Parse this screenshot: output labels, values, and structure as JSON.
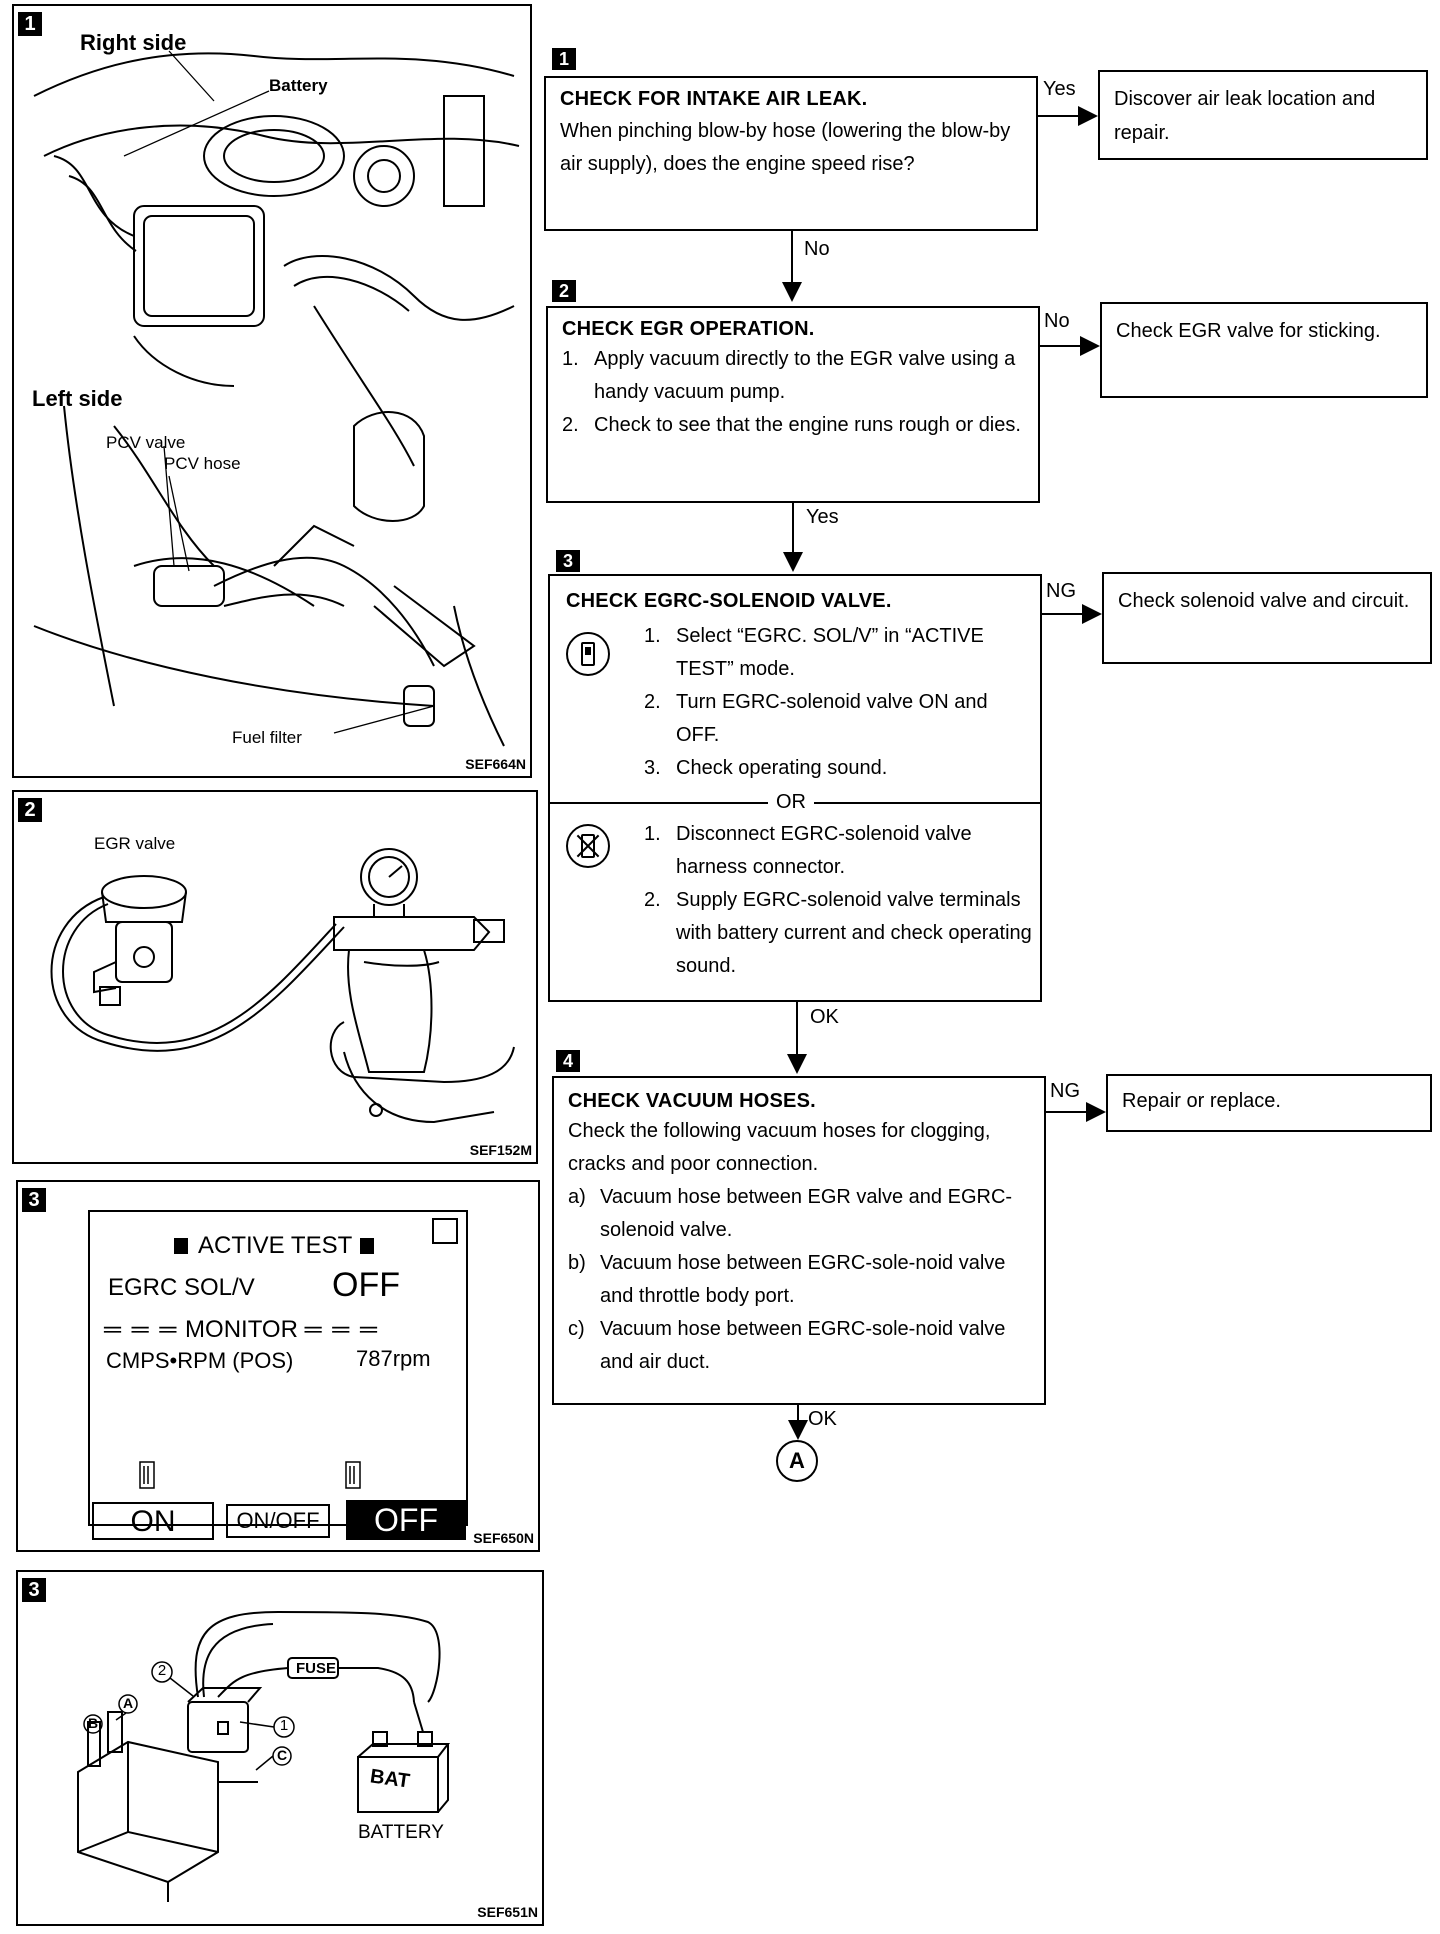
{
  "figures": {
    "fig1": {
      "badge": "1",
      "right_side": "Right side",
      "battery": "Battery",
      "left_side": "Left side",
      "pcv_valve": "PCV valve",
      "pcv_hose": "PCV hose",
      "fuel_filter": "Fuel filter",
      "code": "SEF664N"
    },
    "fig2": {
      "badge": "2",
      "egr_valve": "EGR valve",
      "code": "SEF152M"
    },
    "fig3": {
      "badge": "3",
      "header": "ACTIVE TEST",
      "item": "EGRC SOL/V",
      "item_value": "OFF",
      "monitor": "MONITOR",
      "param": "CMPS•RPM (POS)",
      "param_value": "787rpm",
      "btn_on": "ON",
      "btn_onoff": "ON/OFF",
      "btn_off": "OFF",
      "code": "SEF650N"
    },
    "fig4": {
      "badge": "3",
      "fuse": "FUSE",
      "bat": "BAT",
      "battery": "BATTERY",
      "term1": "1",
      "term2": "2",
      "port_a": "A",
      "port_b": "B",
      "port_c": "C",
      "code": "SEF651N"
    }
  },
  "flow": {
    "step1": {
      "badge": "1",
      "title": "CHECK FOR INTAKE AIR LEAK.",
      "body": "When pinching blow-by hose (lowering the blow-by air supply), does the engine speed rise?",
      "branch_label": "Yes",
      "result": "Discover air leak location and repair.",
      "next_label": "No"
    },
    "step2": {
      "badge": "2",
      "title": "CHECK EGR OPERATION.",
      "steps": [
        "Apply vacuum directly to the EGR valve using a handy vacuum pump.",
        "Check to see that the engine runs rough or dies."
      ],
      "branch_label": "No",
      "result": "Check EGR valve for sticking.",
      "next_label": "Yes"
    },
    "step3": {
      "badge": "3",
      "title": "CHECK EGRC-SOLENOID VALVE.",
      "steps_a": [
        "Select “EGRC. SOL/V” in “ACTIVE TEST” mode.",
        "Turn EGRC-solenoid valve ON and OFF.",
        "Check operating sound."
      ],
      "or_label": "OR",
      "steps_b": [
        "Disconnect EGRC-solenoid valve harness connector.",
        "Supply EGRC-solenoid valve terminals with battery current and check operating sound."
      ],
      "branch_label": "NG",
      "result": "Check solenoid valve and circuit.",
      "next_label": "OK"
    },
    "step4": {
      "badge": "4",
      "title": "CHECK VACUUM HOSES.",
      "intro": "Check the following vacuum hoses for clogging, cracks and poor connection.",
      "items": [
        {
          "mark": "a)",
          "text": "Vacuum hose between EGR valve and EGRC-solenoid valve."
        },
        {
          "mark": "b)",
          "text": "Vacuum hose between EGRC-sole-noid valve and throttle body port."
        },
        {
          "mark": "c)",
          "text": "Vacuum hose between EGRC-sole-noid valve and air duct."
        }
      ],
      "branch_label": "NG",
      "result": "Repair or replace.",
      "next_label": "OK"
    },
    "connector": "A"
  }
}
